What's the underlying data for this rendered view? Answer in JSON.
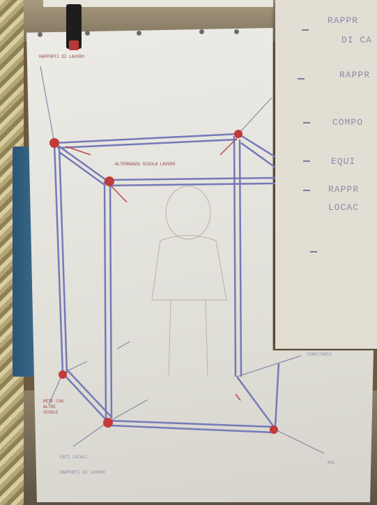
{
  "back_sheet": {
    "lines": [
      "RAPPR",
      "DI CA",
      "RAPPR",
      "COMPO",
      "EQUI",
      "RAPPR",
      "LOCAC"
    ]
  },
  "front_sheet": {
    "annotations": {
      "top_left": "RAPPORTI DI LAVORO",
      "center": "ALTERNANZA SCUOLA LAVORO",
      "bottom_left_1": "ENTI LOCALI",
      "bottom_left_2": "RAPPORTI DI LAVORO",
      "bottom_right": "ASL",
      "right": "TERRITORIO",
      "left_side": "RETE CON ALTRE SCUOLE"
    }
  },
  "colors": {
    "pen_blue": "#6f74b8",
    "marker_red": "#c43a3a",
    "paper": "#e8e7e1"
  }
}
